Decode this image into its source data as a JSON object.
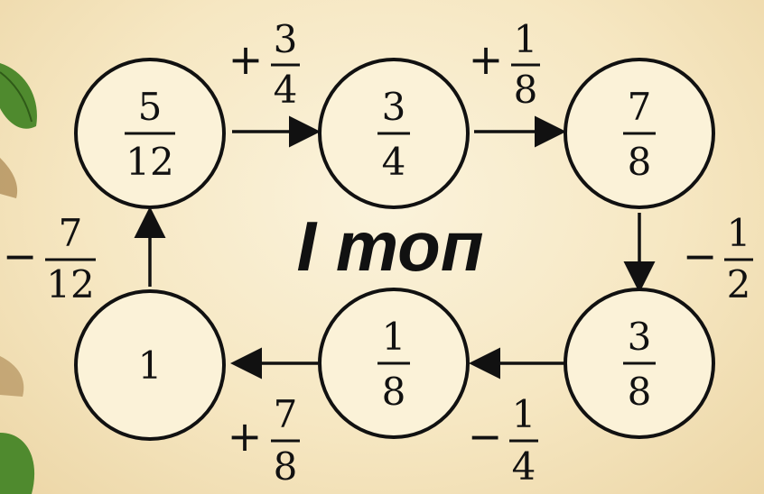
{
  "title": "I топ",
  "colors": {
    "background": "#f6e7c2",
    "stroke": "#111111",
    "leaf": "#4f8a2e"
  },
  "nodes": [
    {
      "id": "n1",
      "num": "5",
      "den": "12"
    },
    {
      "id": "n2",
      "num": "3",
      "den": "4"
    },
    {
      "id": "n3",
      "num": "7",
      "den": "8"
    },
    {
      "id": "n4",
      "num": "3",
      "den": "8"
    },
    {
      "id": "n5",
      "num": "1",
      "den": "8"
    },
    {
      "id": "n6",
      "num": "1",
      "den": ""
    }
  ],
  "operations": [
    {
      "from": "n1",
      "to": "n2",
      "sign": "+",
      "num": "3",
      "den": "4"
    },
    {
      "from": "n2",
      "to": "n3",
      "sign": "+",
      "num": "1",
      "den": "8"
    },
    {
      "from": "n3",
      "to": "n4",
      "sign": "−",
      "num": "1",
      "den": "2"
    },
    {
      "from": "n4",
      "to": "n5",
      "sign": "−",
      "num": "1",
      "den": "4"
    },
    {
      "from": "n5",
      "to": "n6",
      "sign": "+",
      "num": "7",
      "den": "8"
    },
    {
      "from": "n6",
      "to": "n1",
      "sign": "−",
      "num": "7",
      "den": "12"
    }
  ]
}
